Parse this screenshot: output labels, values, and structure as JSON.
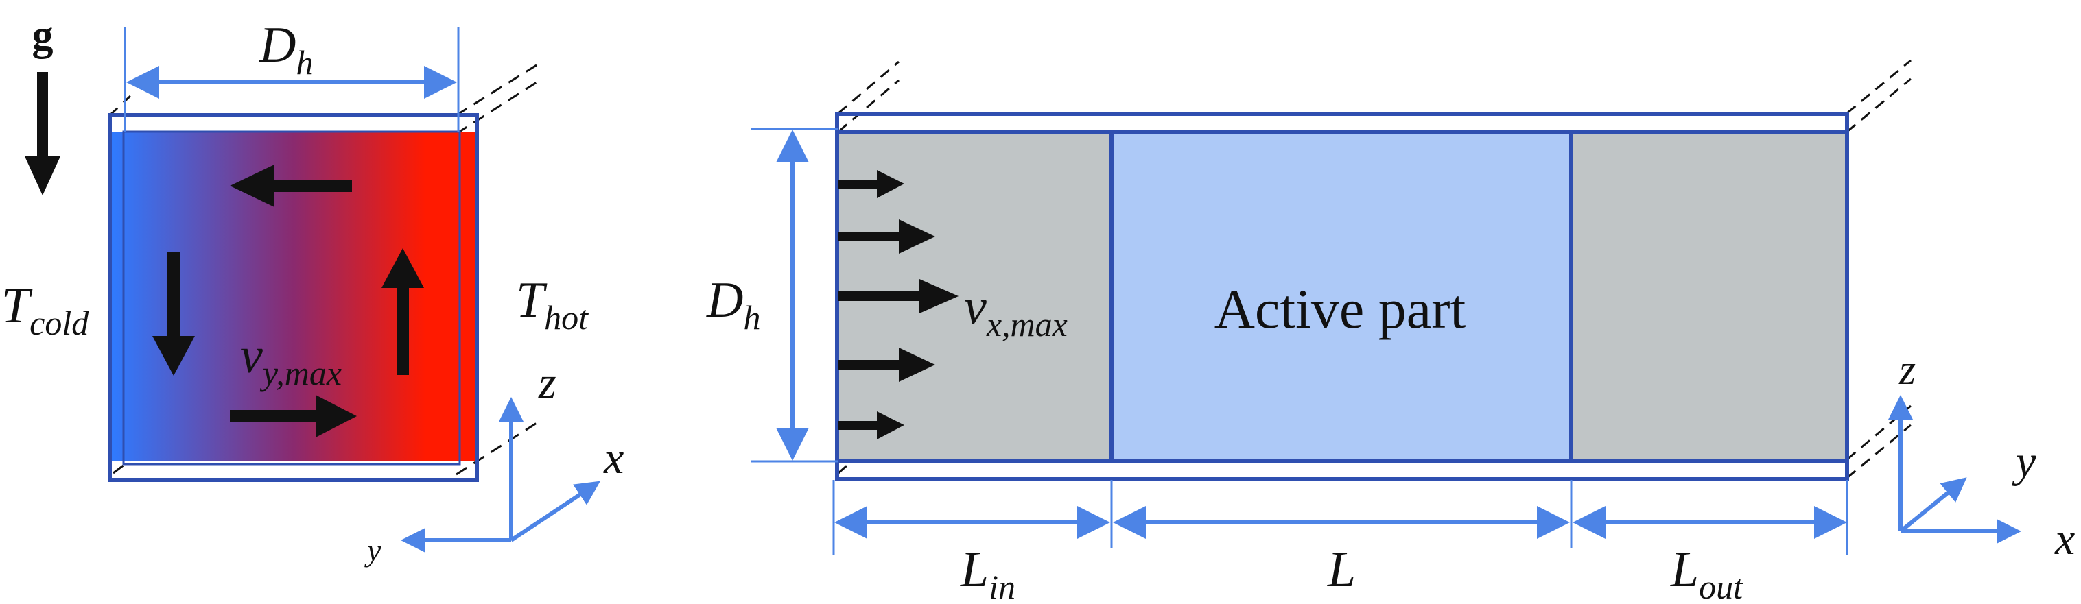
{
  "colors": {
    "outline": "#2f4fb0",
    "dimension": "#4d84e6",
    "cold": "#2f7bff",
    "hot": "#ff1a00",
    "mid": "#8a2a6e",
    "grey_region": "#c0c5c6",
    "active_region": "#adc9f7",
    "arrow": "#111111"
  },
  "cross_section": {
    "gravity_label": "g",
    "width_symbol": "D",
    "width_subscript": "h",
    "cold_symbol": "T",
    "cold_subscript": "cold",
    "hot_symbol": "T",
    "hot_subscript": "hot",
    "velocity_symbol": "v",
    "velocity_subscript": "y,max",
    "axis_z": "z",
    "axis_x": "x",
    "axis_y": "y"
  },
  "side_view": {
    "height_symbol": "D",
    "height_subscript": "h",
    "velocity_symbol": "v",
    "velocity_subscript": "x,max",
    "active_label": "Active part",
    "inlet_symbol": "L",
    "inlet_subscript": "in",
    "length_symbol": "L",
    "outlet_symbol": "L",
    "outlet_subscript": "out",
    "axis_z": "z",
    "axis_y": "y",
    "axis_x": "x"
  }
}
